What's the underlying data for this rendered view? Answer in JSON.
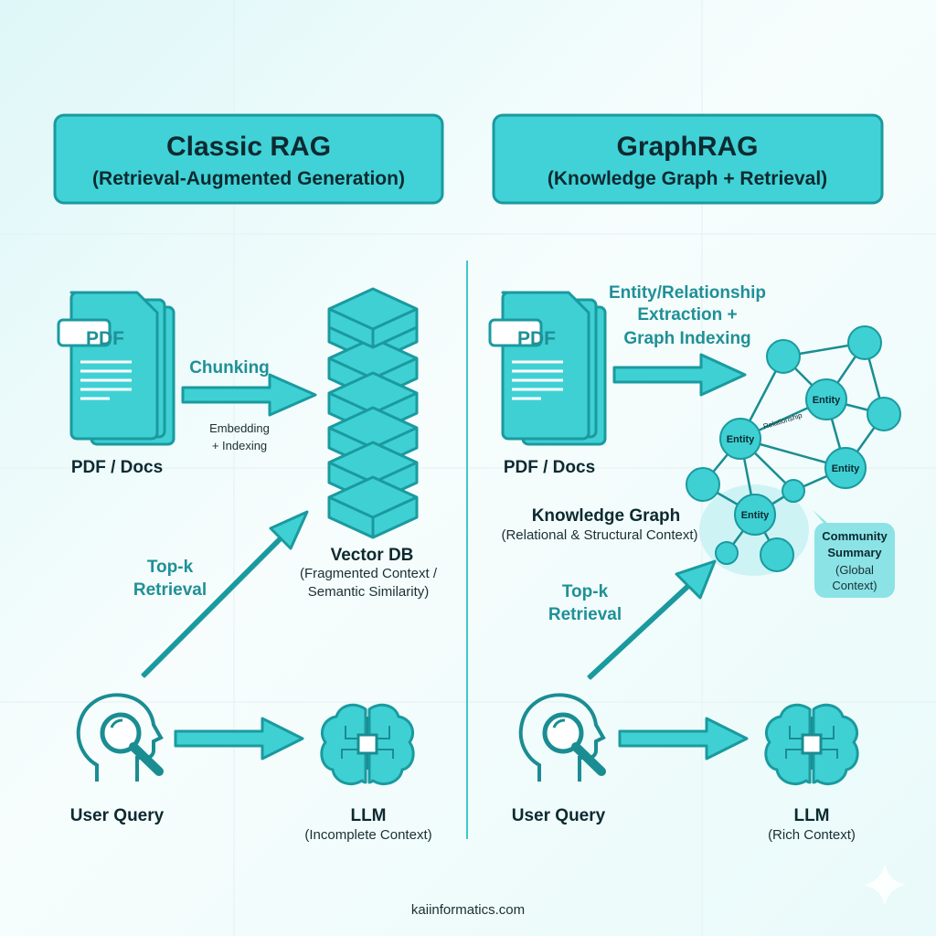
{
  "colors": {
    "accent": "#3fd0d4",
    "stroke": "#1a9a9f",
    "label": "#1f9096",
    "text": "#0c2a30"
  },
  "classic": {
    "title": "Classic RAG",
    "subtitle": "(Retrieval-Augmented Generation)",
    "pdf_badge": "PDF",
    "docs_label": "PDF / Docs",
    "chunking": "Chunking",
    "embedding_1": "Embedding",
    "embedding_2": "+ Indexing",
    "vectordb_label": "Vector DB",
    "vectordb_sub_1": "(Fragmented Context /",
    "vectordb_sub_2": "Semantic Similarity)",
    "retrieval_1": "Top-k",
    "retrieval_2": "Retrieval",
    "query_label": "User Query",
    "llm_label": "LLM",
    "llm_sub": "(Incomplete Context)"
  },
  "graphrag": {
    "title": "GraphRAG",
    "subtitle": "(Knowledge Graph + Retrieval)",
    "pdf_badge": "PDF",
    "docs_label": "PDF / Docs",
    "extraction_1": "Entity/Relationship",
    "extraction_2": "Extraction +",
    "extraction_3": "Graph Indexing",
    "entity": "Entity",
    "relationship": "Relationship",
    "kg_label": "Knowledge Graph",
    "kg_sub": "(Relational & Structural Context)",
    "community_1": "Community",
    "community_2": "Summary",
    "community_3": "(Global",
    "community_4": "Context)",
    "retrieval_1": "Top-k",
    "retrieval_2": "Retrieval",
    "query_label": "User Query",
    "llm_label": "LLM",
    "llm_sub": "(Rich Context)"
  },
  "footer": "kaiinformatics.com",
  "icons": [
    "document-stack-icon",
    "database-stack-icon",
    "user-search-icon",
    "brain-chip-icon",
    "knowledge-graph-icon",
    "arrow-icon",
    "sparkle-icon"
  ]
}
